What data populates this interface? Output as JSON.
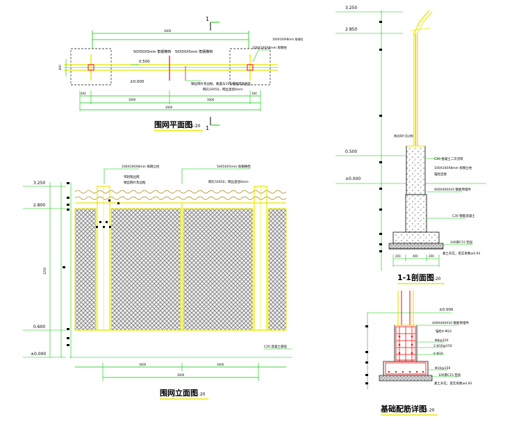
{
  "plan": {
    "section_mark_top": "1",
    "section_mark_bottom": "1",
    "dim_top": "3000",
    "dim_bottom_1": "3000",
    "dim_bottom_2": "3000",
    "dim_left": "400",
    "dim_right": "300",
    "label_level_top": "0.500",
    "label_level_bottom": "±0.000",
    "label_rail_left": "50X50X5mm 角钢横档",
    "label_rail_right": "50X50X5mm 角钢横档",
    "label_post": "100X100X8mm 角钢柱",
    "label_note_1": "钢丝网片及边框，截面与10#槽钢焊接相连",
    "label_note_2": "网孔50X50，网丝直径6mm",
    "title": "围网平面图",
    "scale": "1:20"
  },
  "elevation": {
    "level_3250": "3.250",
    "level_2800": "2.800",
    "level_0600": "0.600",
    "level_0000": "±0.000",
    "label_post": "100X100X8mm 角钢立柱",
    "label_rail": "50X50X5mm 角钢横档",
    "label_wire": "带刺铁丝网",
    "label_mesh": "钢丝网片及边框",
    "label_mesh_spec": "网孔50X50，网丝直径6mm",
    "label_base": "C20 混凝土基础",
    "dim_total": "3000",
    "dim_span_1": "3000",
    "dim_span_2": "3000",
    "dim_height": "3250",
    "title": "围网立面图",
    "scale": "1:20"
  },
  "section": {
    "level_3250": "3.250",
    "level_2850": "2.850",
    "level_0500": "0.500",
    "level_0000": "±0.000",
    "label_c20": "C20 混凝土二次浇筑",
    "label_post": "100X100X8mm 角钢立柱",
    "label_anchor": "锚栓连接",
    "label_plate": "400X400X10 钢板预埋件",
    "label_c30": "C30 钢筋混凝土",
    "label_c15": "100厚C15 垫层",
    "label_soil": "素土夯实，密实系数≥0.93",
    "dim_a": "200",
    "dim_b": "400",
    "dim_c": "200",
    "title": "1-1剖面图",
    "scale": "1:20"
  },
  "detail": {
    "level_0000": "±0.000",
    "label_plate": "400X400X10 钢板预埋件",
    "label_bolt": "锚栓4-M22",
    "label_stirrup": "Φ8@150",
    "label_bar1": "2 Φ10@150",
    "label_bar2": "6 Φ10",
    "label_bar3": "Φ10@150",
    "label_c15": "100厚C15 垫层",
    "label_soil": "素土夯实，密实系数≥0.93",
    "title": "基础配筋详图",
    "scale": "1:20"
  }
}
